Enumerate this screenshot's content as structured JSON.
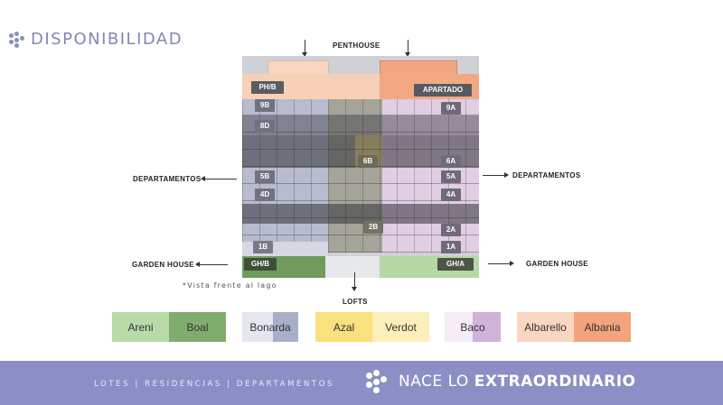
{
  "header": {
    "title": "DISPONIBILIDAD"
  },
  "callouts": {
    "penthouse": "PENTHOUSE",
    "departamentos_left": "DEPARTAMENTOS",
    "departamentos_right": "DEPARTAMENTOS",
    "garden_left": "GARDEN HOUSE",
    "garden_right": "GARDEN HOUSE",
    "lofts": "LOFTS",
    "vista": "*Vista frente al lago"
  },
  "units": {
    "phb": "PH/B",
    "apartado": "APARTADO",
    "u9b": "9B",
    "u9a": "9A",
    "u8d": "8D",
    "u6b": "6B",
    "u6a": "6A",
    "u5b": "5B",
    "u5a": "5A",
    "u4d": "4D",
    "u4a": "4A",
    "u2b": "2B",
    "u2a": "2A",
    "u1b": "1B",
    "u1a": "1A",
    "ghb": "GH/B",
    "gha": "GH/A"
  },
  "legend": {
    "areni": "Areni",
    "boal": "Boal",
    "bonarda": "Bonarda",
    "azal": "Azal",
    "verdot": "Verdot",
    "baco": "Baco",
    "albarello": "Albarello",
    "albania": "Albania"
  },
  "colors": {
    "areni": "#b9dba9",
    "boal": "#80ad6e",
    "bonarda_light": "#e1e4ef",
    "bonarda_dark": "#a8aec8",
    "azal": "#fbe189",
    "verdot": "#fdefb9",
    "baco_light": "#f3e9f4",
    "baco_dark": "#cfb5d8",
    "albarello": "#f9d6c0",
    "albania": "#f3a47c",
    "footer": "#8b8fc6"
  },
  "footer": {
    "left": "LOTES | RESIDENCIAS | DEPARTAMENTOS",
    "tag_light": "NACE LO ",
    "tag_bold": "EXTRAORDINARIO"
  }
}
